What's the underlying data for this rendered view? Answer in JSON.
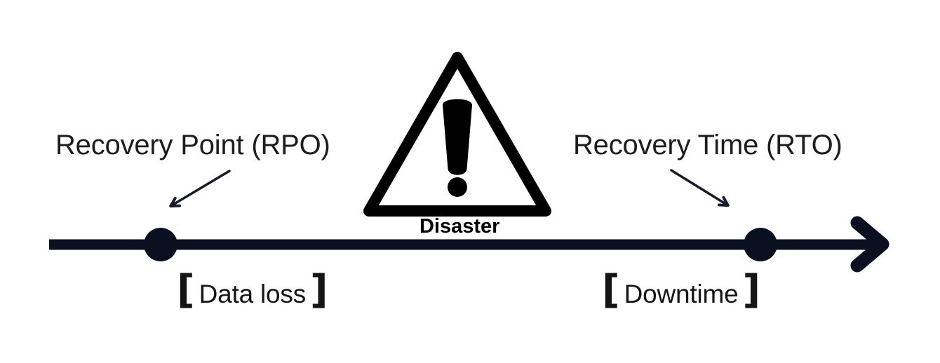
{
  "colors": {
    "background": "#ffffff",
    "timeline": "#0a101f",
    "annotation_arrow": "#141b29",
    "icon_ink": "#000000",
    "label_text": "#1d1d1d"
  },
  "diagram": {
    "rpo": {
      "label": "Recovery Point (RPO)"
    },
    "rto": {
      "label": "Recovery Time (RTO)"
    },
    "disaster": {
      "label": "Disaster",
      "icon": "warning-triangle-icon"
    },
    "timeline": {
      "direction": "left-to-right",
      "end_icon": "arrow-right-icon",
      "markers": [
        "recovery-point-dot",
        "recovery-time-dot"
      ]
    },
    "data_loss": {
      "open_bracket": "[",
      "label": "Data loss",
      "close_bracket": "]"
    },
    "downtime": {
      "open_bracket": "[",
      "label": "Downtime",
      "close_bracket": "]"
    }
  }
}
